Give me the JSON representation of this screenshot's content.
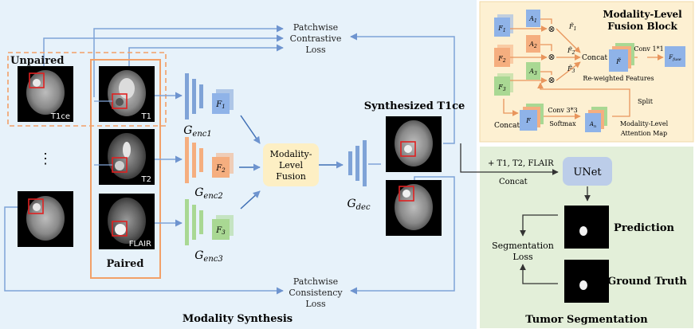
{
  "synthesis": {
    "title": "Modality Synthesis",
    "unpaired_label": "Unpaired",
    "paired_label": "Paired",
    "ellipsis": "⋮",
    "img_labels": [
      "T1ce",
      "T1",
      "T2",
      "FLAIR"
    ],
    "enc_labels": [
      "G_enc1",
      "G_enc2",
      "G_enc3"
    ],
    "feat_labels": [
      "F1",
      "F2",
      "F3"
    ],
    "fusion_lines": [
      "Modality-",
      "Level",
      "Fusion"
    ],
    "dec_label": "G_dec",
    "synth_title": "Synthesized T1ce",
    "contrastive_lines": [
      "Patchwise",
      "Contrastive",
      "Loss"
    ],
    "consistency_lines": [
      "Patchwise",
      "Consistency",
      "Loss"
    ]
  },
  "fusion_block": {
    "title_lines": [
      "Modality-Level",
      "Fusion Block"
    ],
    "concat_top": "Concat",
    "concat_bottom": "Concat",
    "conv11": "Conv 1*1",
    "conv33": "Conv 3*3",
    "softmax": "Softmax",
    "split": "Split",
    "reweighted": "Re-weighted Features",
    "attention_lines": [
      "Modality-Level",
      "Attention Map"
    ],
    "colors": {
      "blue": "#8fb3e8",
      "orange": "#f5ae7f",
      "green": "#a9d893",
      "panel": "#fdf0d2"
    }
  },
  "segmentation": {
    "title": "Tumor Segmentation",
    "input_line": "+ T1, T2, FLAIR",
    "concat": "Concat",
    "unet": "UNet",
    "prediction": "Prediction",
    "ground_truth": "Ground Truth",
    "loss_lines": [
      "Segmentation",
      "Loss"
    ]
  },
  "colors": {
    "synthesis_bg": "#e7f2fa",
    "segmentation_bg": "#e3efd9",
    "arrow": "#7fa3d7",
    "orange_box": "#f2a068"
  }
}
